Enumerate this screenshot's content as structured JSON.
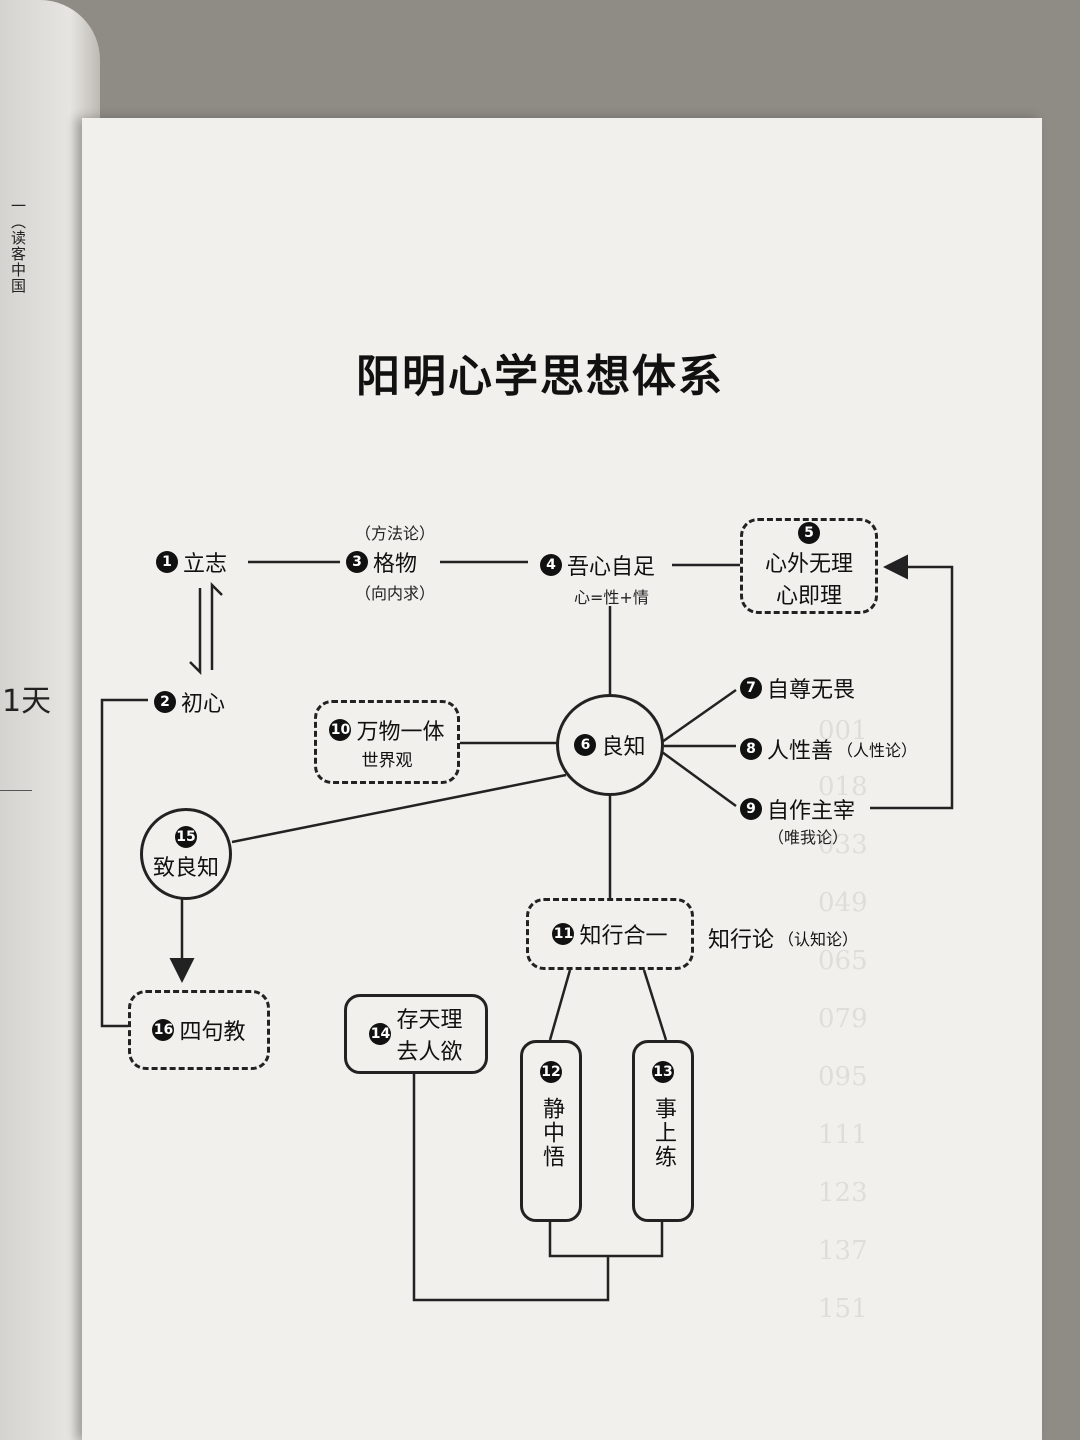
{
  "edge": {
    "side_text": "一（读客中国",
    "day": "1天"
  },
  "ghost_page_numbers": [
    "001",
    "018",
    "033",
    "049",
    "065",
    "079",
    "095",
    "111",
    "123",
    "137",
    "151"
  ],
  "title": "阳明心学思想体系",
  "nodes": {
    "n1": {
      "num": "1",
      "label": "立志"
    },
    "n2": {
      "num": "2",
      "label": "初心"
    },
    "n3": {
      "num": "3",
      "label": "格物",
      "above": "（方法论）",
      "below": "（向内求）"
    },
    "n4": {
      "num": "4",
      "label": "吾心自足",
      "below": "心=性+情"
    },
    "n5": {
      "num": "5",
      "line1": "心外无理",
      "line2": "心即理"
    },
    "n6": {
      "num": "6",
      "label": "良知"
    },
    "n7": {
      "num": "7",
      "label": "自尊无畏"
    },
    "n8": {
      "num": "8",
      "label": "人性善",
      "note": "（人性论）"
    },
    "n9": {
      "num": "9",
      "label": "自作主宰",
      "below": "（唯我论）"
    },
    "n10": {
      "num": "10",
      "label": "万物一体",
      "sub": "世界观"
    },
    "n11": {
      "num": "11",
      "label": "知行合一",
      "side": "知行论",
      "side_note": "（认知论）"
    },
    "n12": {
      "num": "12",
      "label": "静中悟"
    },
    "n13": {
      "num": "13",
      "label": "事上练"
    },
    "n14": {
      "num": "14",
      "line1": "存天理",
      "line2": "去人欲"
    },
    "n15": {
      "num": "15",
      "label": "致良知"
    },
    "n16": {
      "num": "16",
      "label": "四句教"
    }
  }
}
